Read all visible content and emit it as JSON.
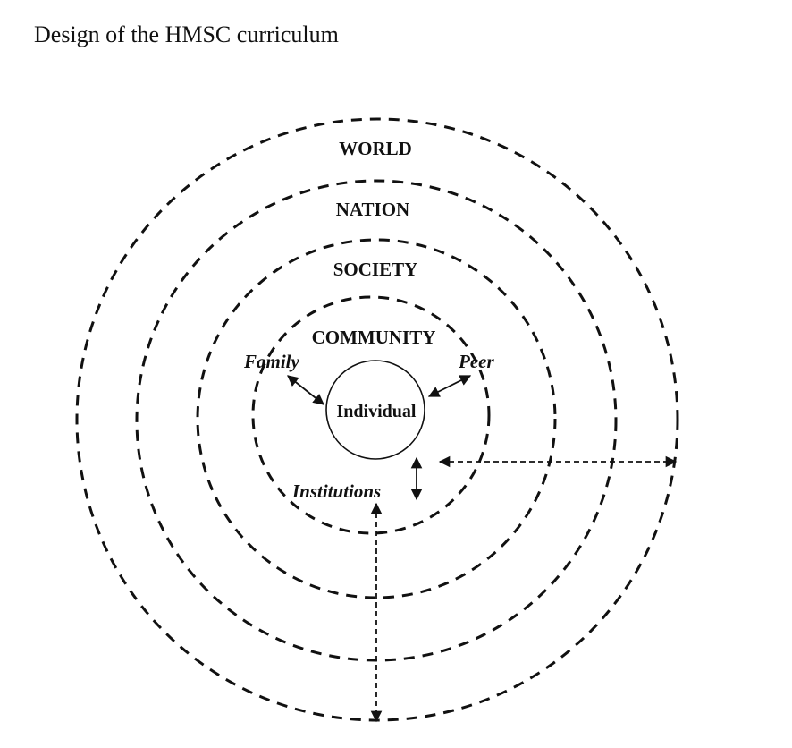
{
  "title": "Design of the HMSC curriculum",
  "levels": {
    "world": "WORLD",
    "nation": "NATION",
    "society": "SOCIETY",
    "community": "COMMUNITY"
  },
  "center": "Individual",
  "influences": {
    "family": "Family",
    "peer": "Peer",
    "institutions": "Institutions"
  }
}
